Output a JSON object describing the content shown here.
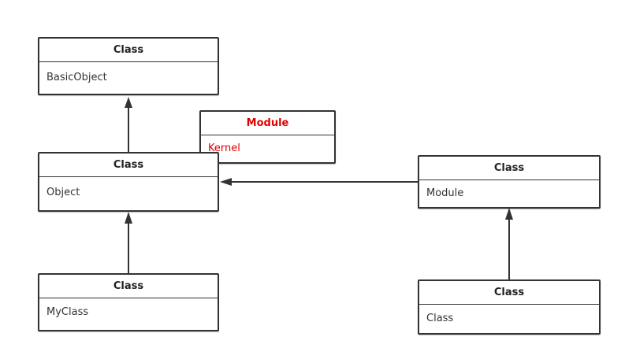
{
  "nodes": {
    "basicobject": {
      "header": "Class",
      "name": "BasicObject"
    },
    "kernel": {
      "header": "Module",
      "name": "Kernel",
      "color": "#e00000"
    },
    "object": {
      "header": "Class",
      "name": "Object"
    },
    "module": {
      "header": "Class",
      "name": "Module"
    },
    "myclass": {
      "header": "Class",
      "name": "MyClass"
    },
    "class": {
      "header": "Class",
      "name": "Class"
    }
  },
  "colors": {
    "line": "#333333",
    "module_accent": "#e00000"
  }
}
